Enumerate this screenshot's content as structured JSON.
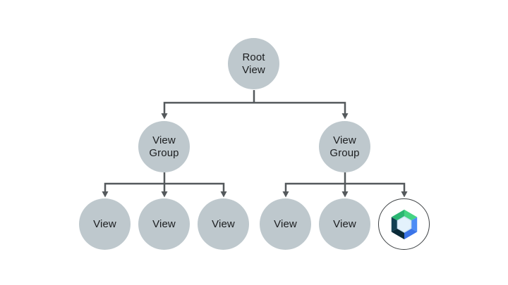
{
  "theme": {
    "background": "#FFFFFF",
    "node_fill": "#BEC8CD",
    "node_text": "#1C1E20",
    "connector": "#54595C",
    "compose_ring": "#3C4043",
    "logo_green_dark": "#2BB673",
    "logo_green_light": "#45D483",
    "logo_blue_light": "#4D8DF5",
    "logo_blue_dark": "#3A74E8",
    "logo_navy_light": "#123F52",
    "logo_navy_dark": "#0A2A38",
    "logo_hex_fill": "#E3F2FC",
    "logo_hex_stroke": "#CBE3F3"
  },
  "diagram": {
    "root": {
      "label": "Root\nView"
    },
    "groups": [
      {
        "label": "View\nGroup"
      },
      {
        "label": "View\nGroup"
      }
    ],
    "views": [
      "View",
      "View",
      "View",
      "View",
      "View"
    ],
    "compose_node": {
      "icon": "jetpack-compose-logo"
    }
  }
}
